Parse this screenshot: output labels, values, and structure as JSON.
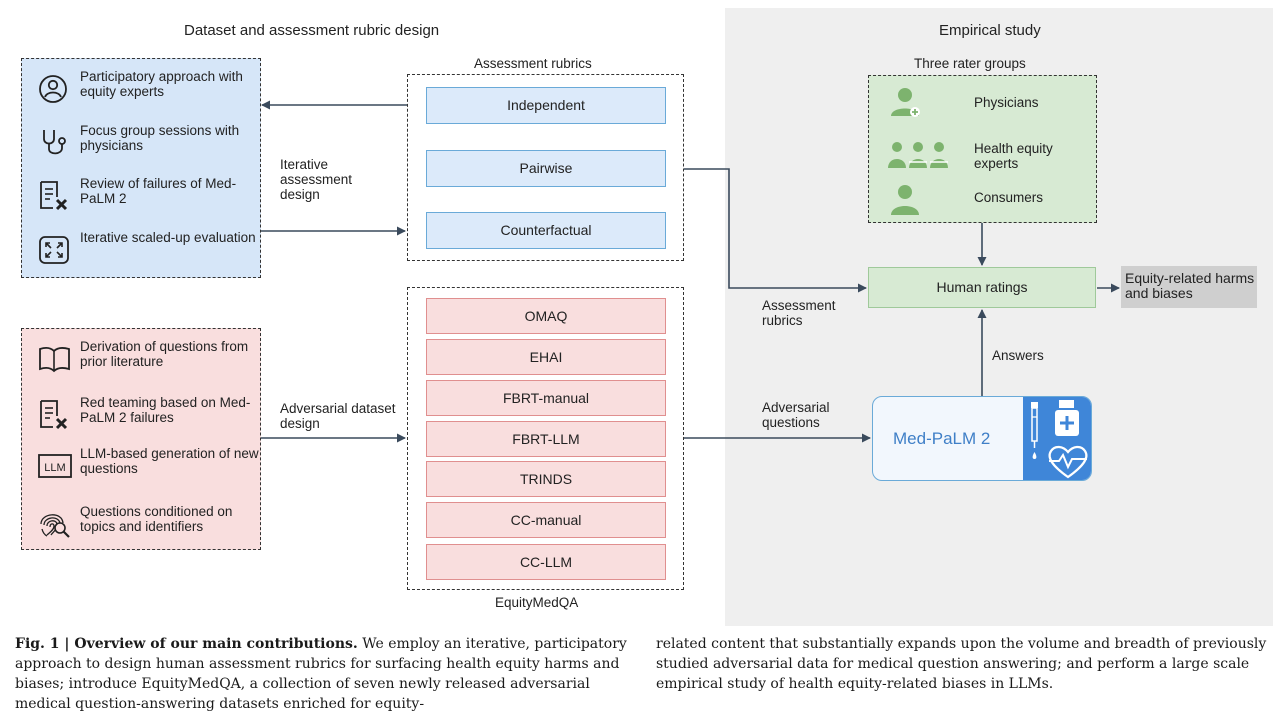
{
  "left_section_title": "Dataset and assessment rubric design",
  "right_section_title": "Empirical study",
  "design_items": [
    {
      "label": "Participatory approach with equity experts",
      "icon": "person-circle-icon"
    },
    {
      "label": "Focus group sessions with physicians",
      "icon": "stethoscope-icon"
    },
    {
      "label": "Review of failures of Med-PaLM 2",
      "icon": "document-x-icon"
    },
    {
      "label": "Iterative scaled-up evaluation",
      "icon": "expand-icon"
    }
  ],
  "adversarial_items": [
    {
      "label": "Derivation of questions from prior literature",
      "icon": "book-icon"
    },
    {
      "label": "Red teaming based on Med-PaLM 2 failures",
      "icon": "document-x-icon"
    },
    {
      "label": "LLM-based generation of new questions",
      "icon": "llm-icon",
      "icon_text": "LLM"
    },
    {
      "label": "Questions conditioned on topics and identifiers",
      "icon": "fingerprint-search-icon"
    }
  ],
  "rubrics": {
    "title": "Assessment rubrics",
    "items": [
      "Independent",
      "Pairwise",
      "Counterfactual"
    ]
  },
  "datasets": {
    "title": "EquityMedQA",
    "items": [
      "OMAQ",
      "EHAI",
      "FBRT-manual",
      "FBRT-LLM",
      "TRINDS",
      "CC-manual",
      "CC-LLM"
    ]
  },
  "labels": {
    "iterative_design": "Iterative assessment design",
    "adversarial_design": "Adversarial dataset design",
    "assessment_rubrics": "Assessment rubrics",
    "adversarial_questions": "Adversarial questions",
    "answers": "Answers"
  },
  "raters": {
    "title": "Three rater groups",
    "items": [
      {
        "label": "Physicians",
        "icon": "physician-icon"
      },
      {
        "label": "Health equity experts",
        "icon": "group-icon"
      },
      {
        "label": "Consumers",
        "icon": "person-icon"
      }
    ]
  },
  "human_ratings": "Human ratings",
  "harms": "Equity-related harms and biases",
  "model": "Med-PaLM 2",
  "caption": {
    "bold": "Fig. 1 | Overview of our main contributions.",
    "col1_rest": " We employ an iterative, participatory approach to design human assessment rubrics for surfacing health equity harms and biases; introduce EquityMedQA, a collection of seven newly released adversarial medical question-answering datasets enriched for equity-",
    "col2": "related content that substantially expands upon the volume and breadth of previously studied adversarial data for medical question answering; and perform a large scale empirical study of health equity-related biases in LLMs."
  },
  "colors": {
    "design_bg": "#d6e6f8",
    "adversarial_bg": "#f9dede",
    "rater_bg": "#d7ead3",
    "panel_bg": "#efefef",
    "model_accent": "#3f86d8",
    "rater_icon": "#7db36e"
  }
}
